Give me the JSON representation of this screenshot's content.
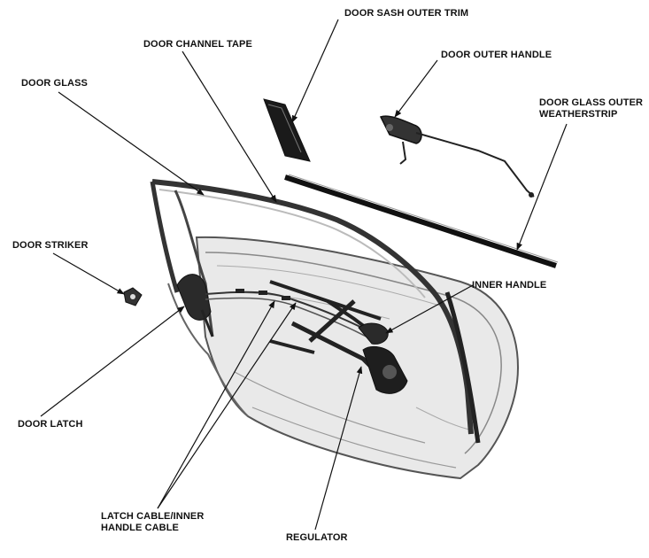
{
  "labels": {
    "door_sash_outer_trim": "DOOR SASH OUTER TRIM",
    "door_channel_tape": "DOOR CHANNEL TAPE",
    "door_outer_handle": "DOOR OUTER HANDLE",
    "door_glass": "DOOR GLASS",
    "door_glass_outer_weatherstrip_1": "DOOR GLASS OUTER",
    "door_glass_outer_weatherstrip_2": "WEATHERSTRIP",
    "door_striker": "DOOR STRIKER",
    "inner_handle": "INNER HANDLE",
    "door_latch": "DOOR LATCH",
    "latch_cable_1": "LATCH CABLE/INNER",
    "latch_cable_2": "HANDLE CABLE",
    "regulator": "REGULATOR"
  }
}
